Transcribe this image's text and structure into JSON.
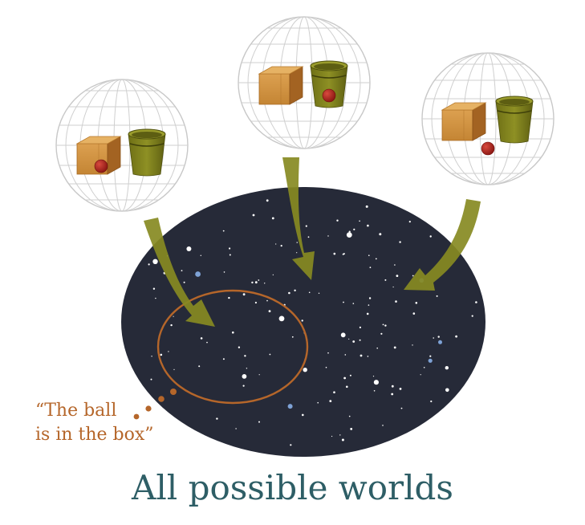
{
  "diagram": {
    "caption": "All possible worlds",
    "proposition": {
      "line1": "“The ball",
      "line2": "is in the box”"
    },
    "worlds": [
      {
        "ball_location": "box"
      },
      {
        "ball_location": "bucket"
      },
      {
        "ball_location": "floor"
      }
    ],
    "colors": {
      "space": "#262a38",
      "arrow": "#878a22",
      "proposition": "#b5662a",
      "caption": "#2e5e66",
      "box": "#cf9340",
      "bucket": "#7d7d1b",
      "ball": "#a8201c",
      "globe_lines": "#c8c8c8",
      "star_white": "#ffffff",
      "star_blue": "#7ea2d6"
    }
  }
}
